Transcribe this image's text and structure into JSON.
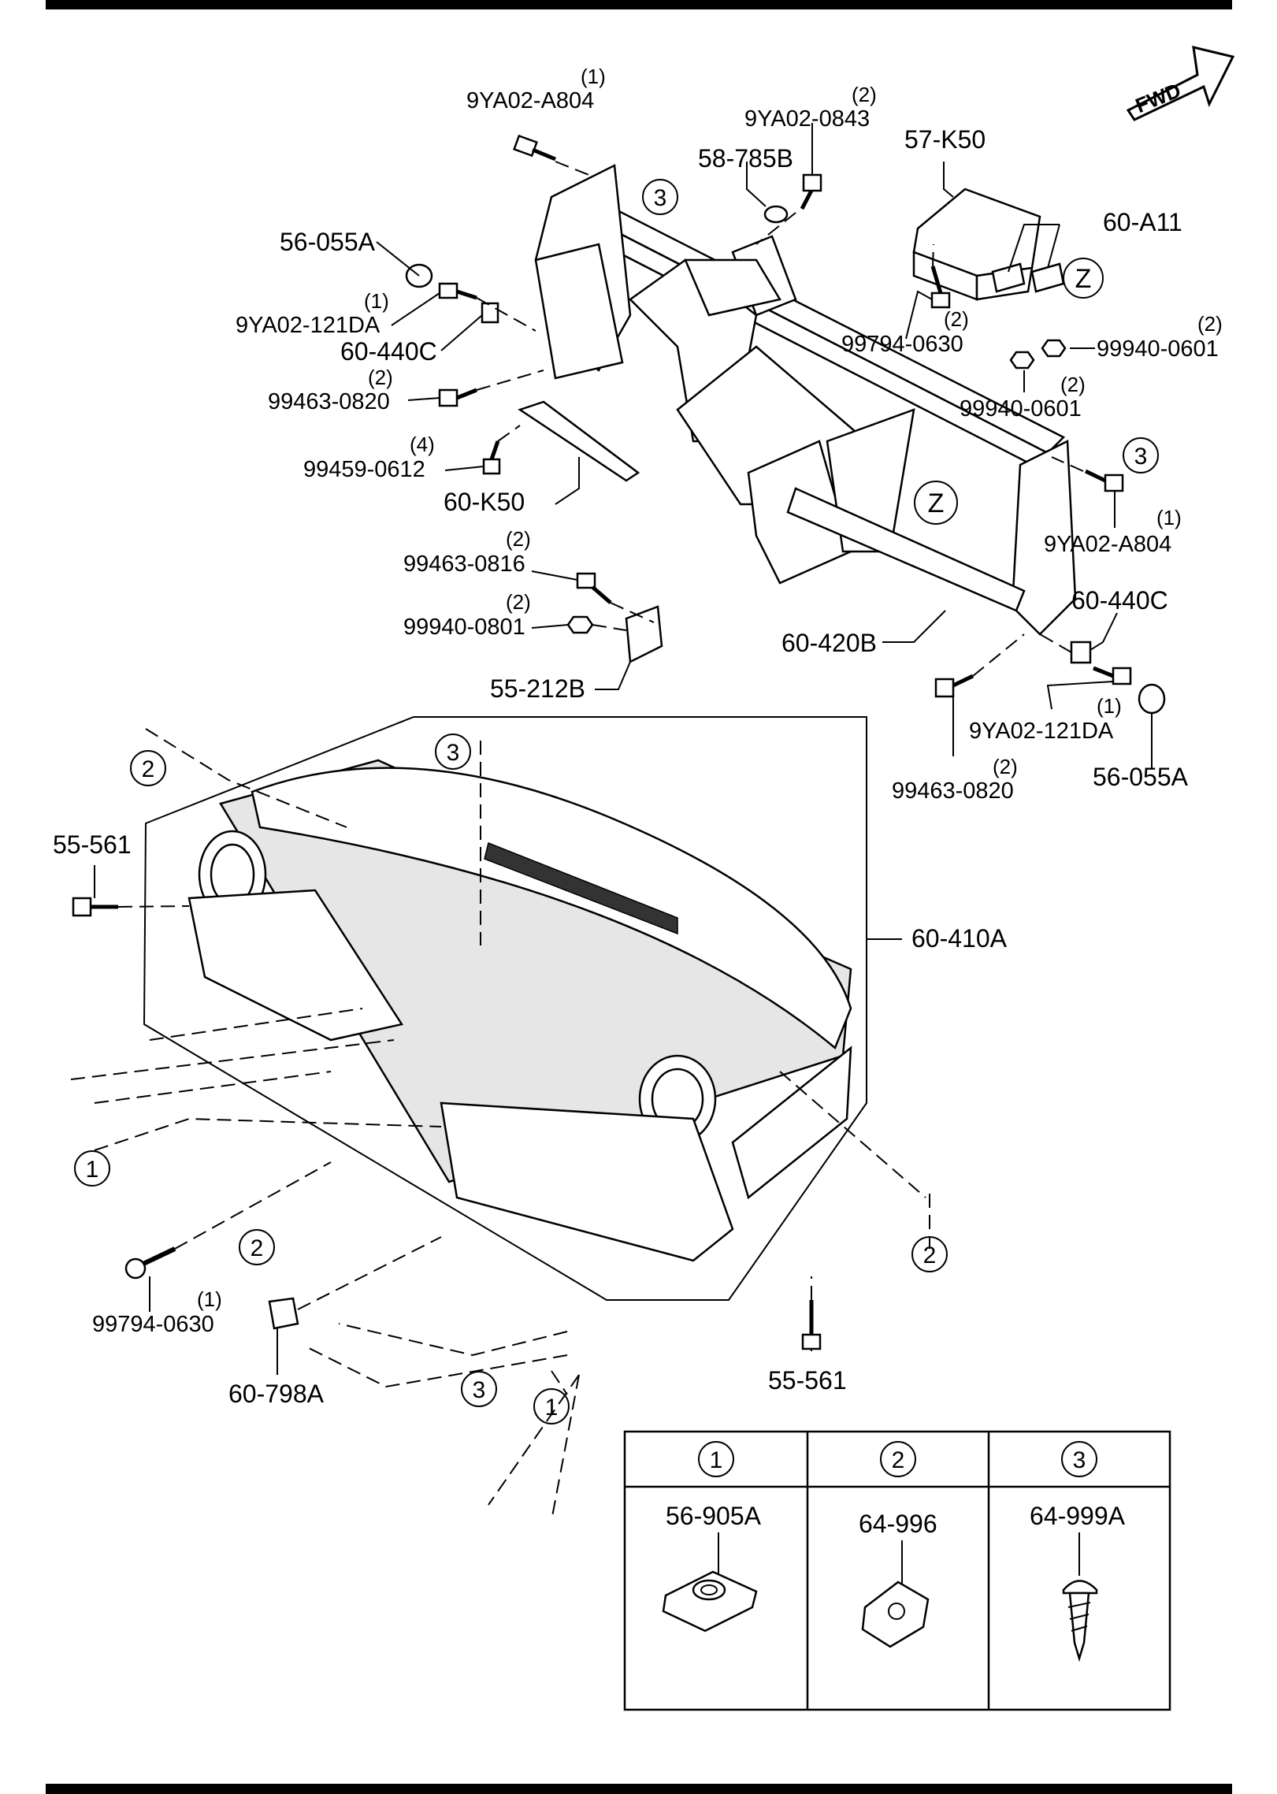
{
  "fwd_label": "FWD",
  "labels": {
    "9YA02_A804_top": "9YA02-A804",
    "9YA02_A804_top_qty": "(1)",
    "9YA02_0843": "9YA02-0843",
    "9YA02_0843_qty": "(2)",
    "58_785B": "58-785B",
    "57_K50": "57-K50",
    "60_A11": "60-A11",
    "56_055A_left": "56-055A",
    "9YA02_121DA_left": "9YA02-121DA",
    "9YA02_121DA_left_qty": "(1)",
    "60_440C_left": "60-440C",
    "99463_0820_left": "99463-0820",
    "99463_0820_left_qty": "(2)",
    "99794_0630_top": "99794-0630",
    "99794_0630_top_qty": "(2)",
    "99940_0601_a": "99940-0601",
    "99940_0601_a_qty": "(2)",
    "99940_0601_b": "99940-0601",
    "99940_0601_b_qty": "(2)",
    "99459_0612": "99459-0612",
    "99459_0612_qty": "(4)",
    "60_K50": "60-K50",
    "9YA02_A804_right": "9YA02-A804",
    "9YA02_A804_right_qty": "(1)",
    "99463_0816": "99463-0816",
    "99463_0816_qty": "(2)",
    "99940_0801": "99940-0801",
    "99940_0801_qty": "(2)",
    "60_440C_right": "60-440C",
    "60_420B": "60-420B",
    "55_212B": "55-212B",
    "9YA02_121DA_right": "9YA02-121DA",
    "9YA02_121DA_right_qty": "(1)",
    "99463_0820_right": "99463-0820",
    "99463_0820_right_qty": "(2)",
    "56_055A_right": "56-055A",
    "55_561_left": "55-561",
    "60_410A": "60-410A",
    "99794_0630_bottom": "99794-0630",
    "99794_0630_bottom_qty": "(1)",
    "60_798A": "60-798A",
    "55_561_bottom": "55-561",
    "z_marker": "Z"
  },
  "callouts": [
    "1",
    "2",
    "3"
  ],
  "legend": {
    "headers": [
      "1",
      "2",
      "3"
    ],
    "parts": [
      "56-905A",
      "64-996",
      "64-999A"
    ]
  }
}
